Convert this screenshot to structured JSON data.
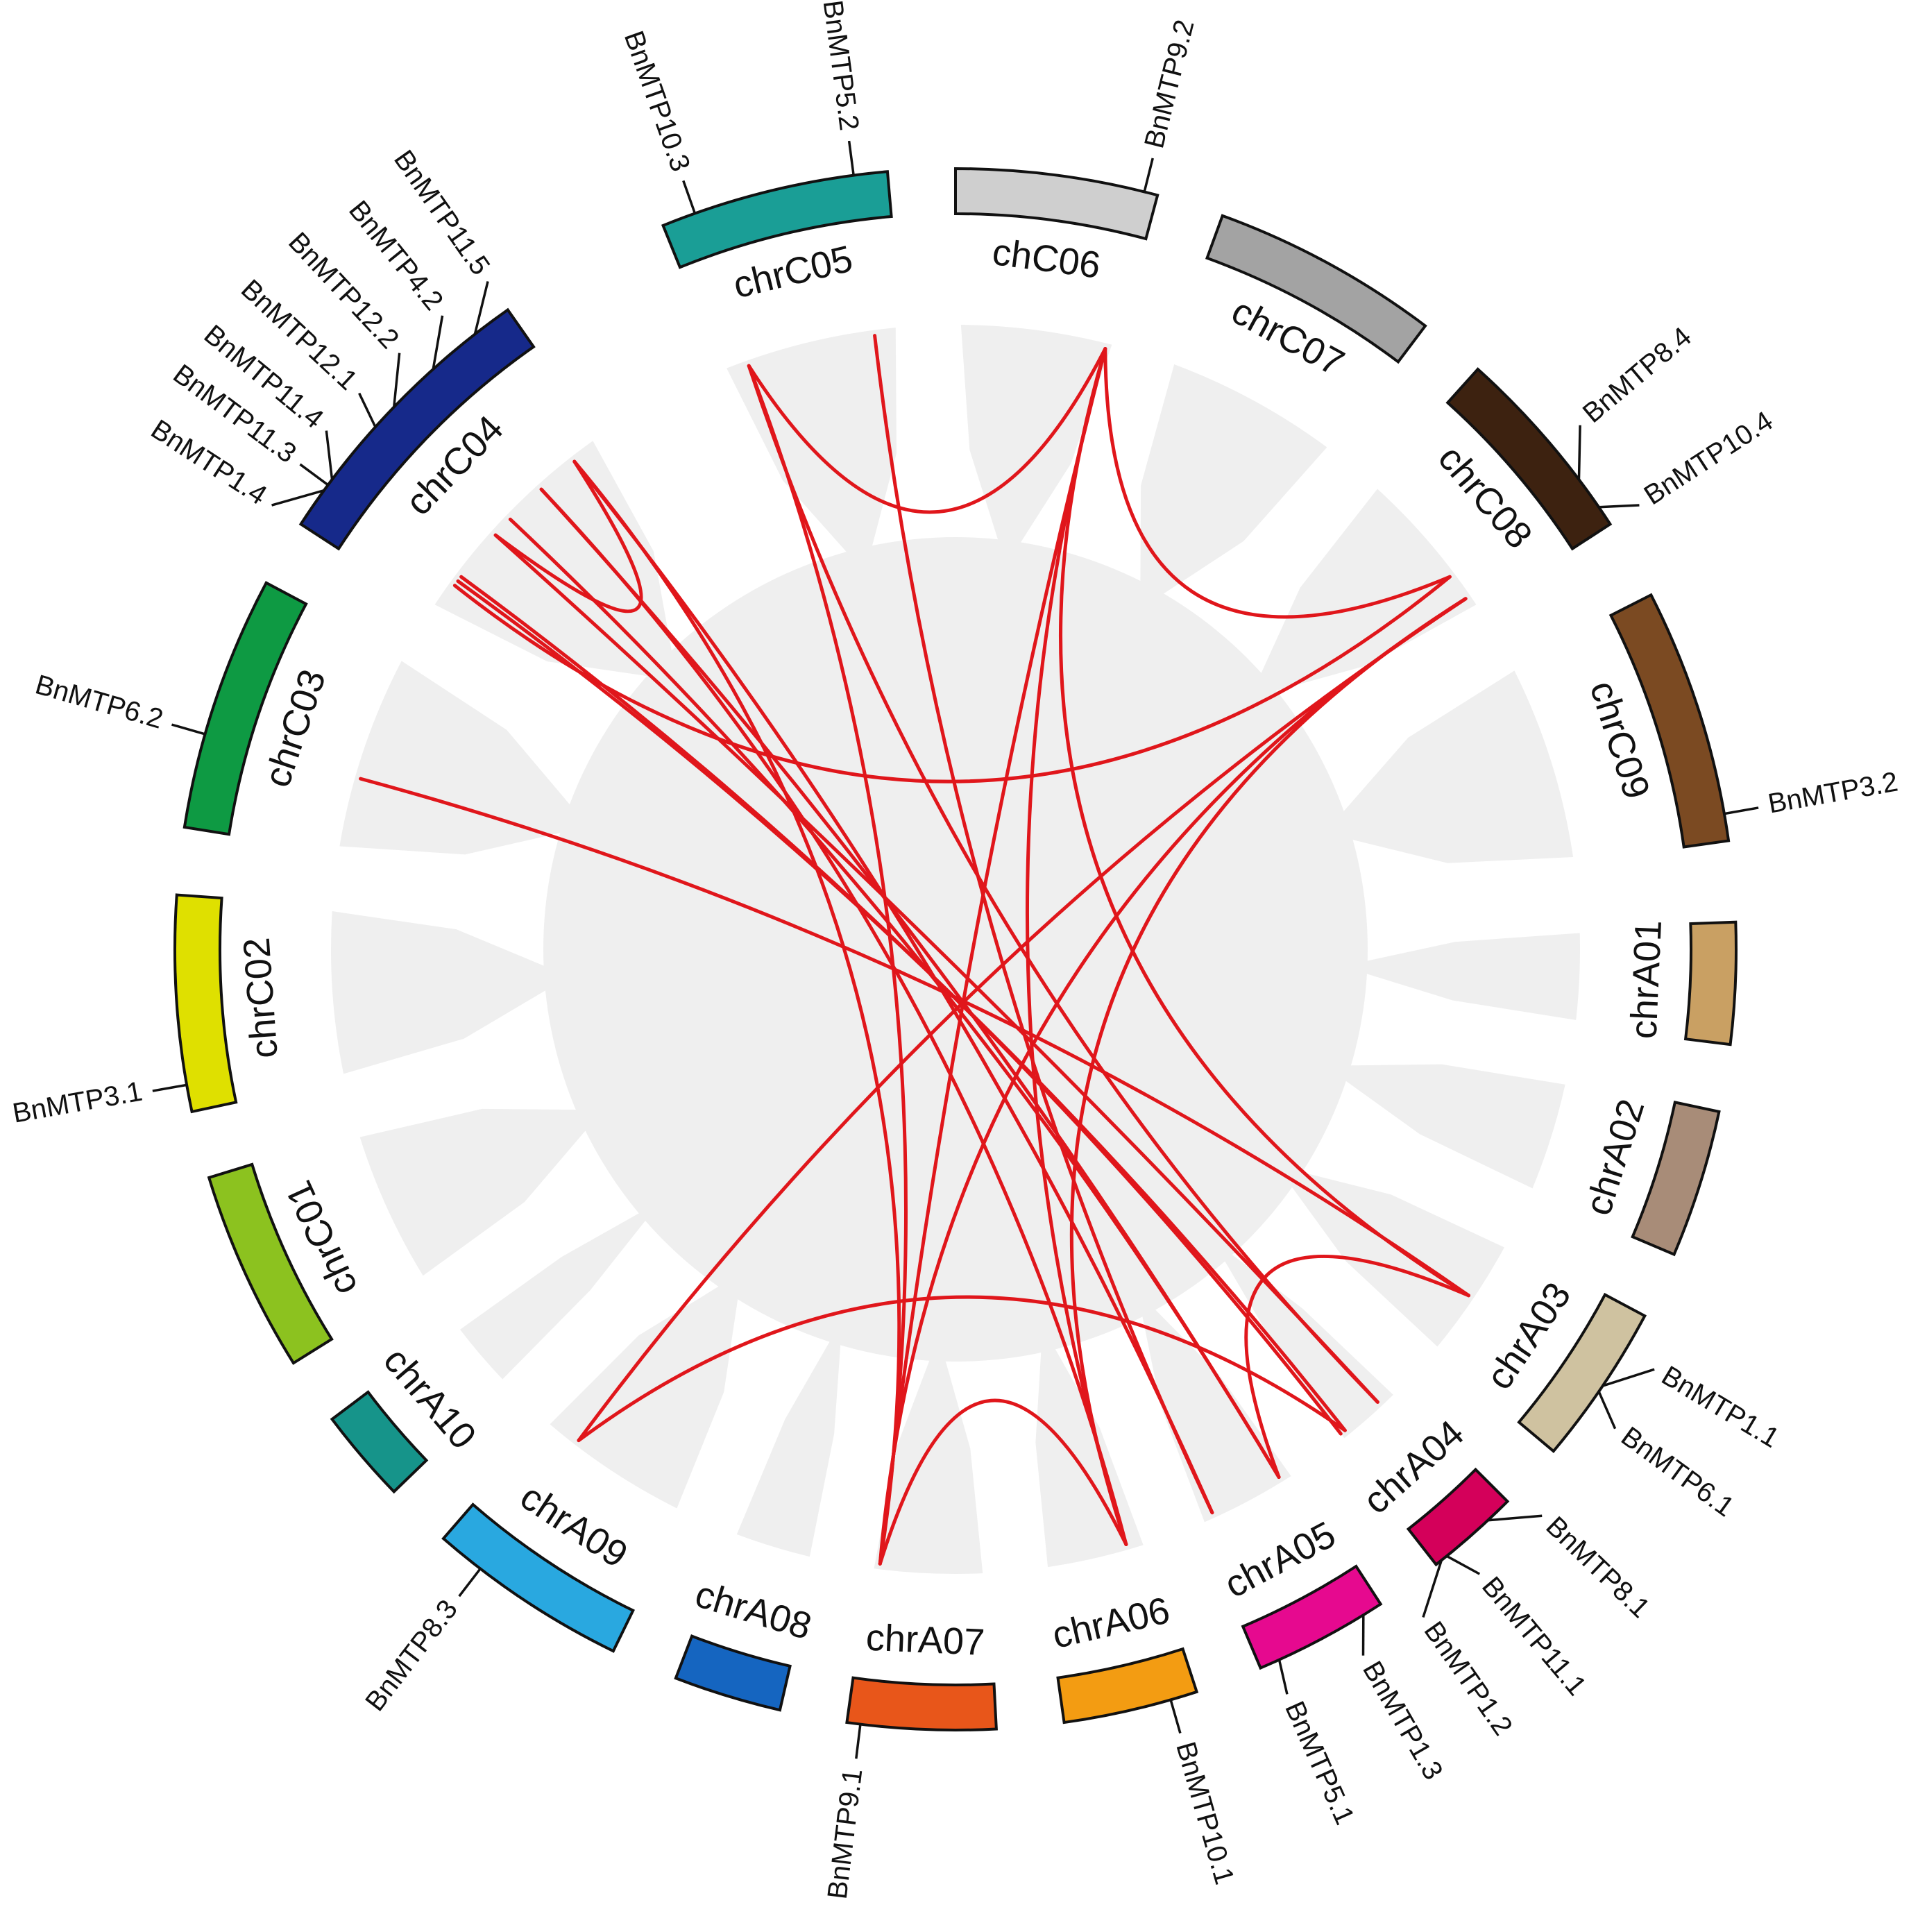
{
  "chart_data": {
    "type": "circos",
    "title": "",
    "layout": {
      "center": [
        1377,
        1368
      ],
      "chrom_inner_radius": 1060,
      "chrom_outer_radius": 1125,
      "grey_radius": 900,
      "chrom_label_radius": 1000,
      "gene_tick_outer_radius": 1175,
      "gene_label_radius": 1190
    },
    "colors": {
      "link": "#e0161b",
      "grey_band": "#efefef",
      "outline": "#111111"
    },
    "chromosomes": [
      {
        "name": "chrC05",
        "start": -22,
        "end": -5,
        "color": "#1a9e96",
        "label_flip": false
      },
      {
        "name": "chC06",
        "start": 0,
        "end": 15,
        "color": "#cfcfcf",
        "label_flip": false
      },
      {
        "name": "chrC07",
        "start": 20,
        "end": 37,
        "color": "#a3a3a3",
        "label_flip": false
      },
      {
        "name": "chrC08",
        "start": 42,
        "end": 57,
        "color": "#3d2210",
        "label_flip": false
      },
      {
        "name": "chrC09",
        "start": 63,
        "end": 82,
        "color": "#7b4a22",
        "label_flip": false
      },
      {
        "name": "chrA01",
        "start": 88,
        "end": 97,
        "color": "#c9a063",
        "label_flip": true
      },
      {
        "name": "chrA02",
        "start": 102,
        "end": 113,
        "color": "#a88c78",
        "label_flip": true
      },
      {
        "name": "chrA03",
        "start": 118,
        "end": 130,
        "color": "#cfc2a0",
        "label_flip": true
      },
      {
        "name": "chrA04",
        "start": 135,
        "end": 142,
        "color": "#d4005a",
        "label_flip": true
      },
      {
        "name": "chrA05",
        "start": 147,
        "end": 157,
        "color": "#e6098f",
        "label_flip": true
      },
      {
        "name": "chrA06",
        "start": 162,
        "end": 172,
        "color": "#f39c12",
        "label_flip": true
      },
      {
        "name": "chrA07",
        "start": 177,
        "end": 188,
        "color": "#e8561a",
        "label_flip": true
      },
      {
        "name": "chrA08",
        "start": 193,
        "end": 201,
        "color": "#1565c0",
        "label_flip": true
      },
      {
        "name": "chrA09",
        "start": 206,
        "end": 221,
        "color": "#29a8e0",
        "label_flip": true
      },
      {
        "name": "chrA10",
        "start": 226,
        "end": 233,
        "color": "#16948a",
        "label_flip": true
      },
      {
        "name": "chrC01",
        "start": 238,
        "end": 253,
        "color": "#8cc21f",
        "label_flip": false
      },
      {
        "name": "chrC02",
        "start": 258,
        "end": 274,
        "color": "#dfe000",
        "label_flip": false
      },
      {
        "name": "chrC03",
        "start": 279,
        "end": 298,
        "color": "#0e9a43",
        "label_flip": false
      },
      {
        "name": "chrC04",
        "start": 303,
        "end": 325,
        "color": "#16298a",
        "label_flip": false
      }
    ],
    "genes": [
      {
        "name": "BnMTP10.3",
        "chrom": "chrC05",
        "angle": -19.5,
        "label_angle": -19.5
      },
      {
        "name": "BnMTP5.2",
        "chrom": "chrC05",
        "angle": -7.5,
        "label_angle": -7.5
      },
      {
        "name": "BnMTP9.2",
        "chrom": "chC06",
        "angle": 14,
        "label_angle": 14
      },
      {
        "name": "BnMTP8.4",
        "chrom": "chrC08",
        "angle": 53,
        "label_angle": 50
      },
      {
        "name": "BnMTP10.4",
        "chrom": "chrC08",
        "angle": 55.5,
        "label_angle": 57
      },
      {
        "name": "BnMTP3.2",
        "chrom": "chrC09",
        "angle": 80,
        "label_angle": 80
      },
      {
        "name": "BnMTP1.1",
        "chrom": "chrA03",
        "angle": 124,
        "label_angle": 121
      },
      {
        "name": "BnMTP6.1",
        "chrom": "chrA03",
        "angle": 124.5,
        "label_angle": 126
      },
      {
        "name": "BnMTP8.1",
        "chrom": "chrA04",
        "angle": 137,
        "label_angle": 134
      },
      {
        "name": "BnMTP11.1",
        "chrom": "chrA04",
        "angle": 141,
        "label_angle": 140
      },
      {
        "name": "BnMTP1.2",
        "chrom": "chrA04",
        "angle": 141.5,
        "label_angle": 145
      },
      {
        "name": "BnMTP1.3",
        "chrom": "chrA05",
        "angle": 148.5,
        "label_angle": 150
      },
      {
        "name": "BnMTP5.1",
        "chrom": "chrA05",
        "angle": 155.5,
        "label_angle": 156
      },
      {
        "name": "BnMTP10.1",
        "chrom": "chrA06",
        "angle": 164,
        "label_angle": 164
      },
      {
        "name": "BnMTP9.1",
        "chrom": "chrA07",
        "angle": 187,
        "label_angle": 187
      },
      {
        "name": "BnMTP8.3",
        "chrom": "chrA09",
        "angle": 217.5,
        "label_angle": 217.5
      },
      {
        "name": "BnMTP3.1",
        "chrom": "chrC02",
        "angle": 260,
        "label_angle": 260
      },
      {
        "name": "BnMTP6.2",
        "chrom": "chrC03",
        "angle": 286,
        "label_angle": 286
      },
      {
        "name": "BnMTP1.4",
        "chrom": "chrC04",
        "angle": 306,
        "label_angle": 303
      },
      {
        "name": "BnMTP11.3",
        "chrom": "chrC04",
        "angle": 306.5,
        "label_angle": 306.5
      },
      {
        "name": "BnMTP11.4",
        "chrom": "chrC04",
        "angle": 307,
        "label_angle": 309.5
      },
      {
        "name": "BnMTP12.1",
        "chrom": "chrC04",
        "angle": 312,
        "label_angle": 313
      },
      {
        "name": "BnMTP12.2",
        "chrom": "chrC04",
        "angle": 314,
        "label_angle": 317
      },
      {
        "name": "BnMTP4.2",
        "chrom": "chrC04",
        "angle": 318,
        "label_angle": 321
      },
      {
        "name": "BnMTP11.5",
        "chrom": "chrC04",
        "angle": 322,
        "label_angle": 325
      }
    ],
    "links": [
      {
        "from": -19.5,
        "to": 137
      },
      {
        "from": -19.5,
        "to": 14
      },
      {
        "from": -19.5,
        "to": 187
      },
      {
        "from": -7.5,
        "to": 155.5
      },
      {
        "from": 14,
        "to": 187
      },
      {
        "from": 14,
        "to": 164
      },
      {
        "from": 14,
        "to": 124
      },
      {
        "from": 14,
        "to": 53
      },
      {
        "from": 53,
        "to": 306
      },
      {
        "from": 55.5,
        "to": 217.5
      },
      {
        "from": 55.5,
        "to": 164
      },
      {
        "from": 55.5,
        "to": 187
      },
      {
        "from": 124,
        "to": 286
      },
      {
        "from": 124,
        "to": 148.5
      },
      {
        "from": 137,
        "to": 312
      },
      {
        "from": 141,
        "to": 306.5
      },
      {
        "from": 141.5,
        "to": 307
      },
      {
        "from": 148.5,
        "to": 318
      },
      {
        "from": 155.5,
        "to": 322
      },
      {
        "from": 164,
        "to": 187
      },
      {
        "from": 217.5,
        "to": 141
      },
      {
        "from": 312,
        "to": 322
      },
      {
        "from": 314,
        "to": 148.5
      },
      {
        "from": 318,
        "to": 164
      },
      {
        "from": 322,
        "to": 187
      }
    ]
  }
}
